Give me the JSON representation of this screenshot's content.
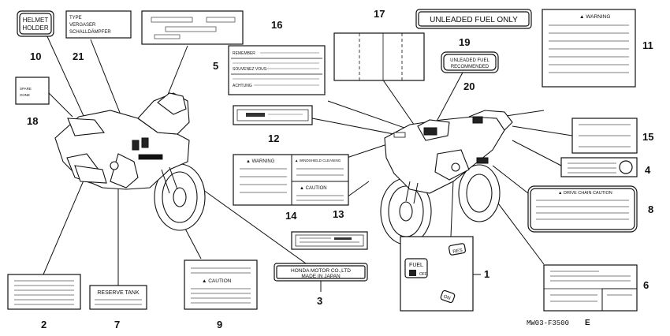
{
  "callouts": {
    "c1": "1",
    "c2": "2",
    "c3": "3",
    "c4": "4",
    "c5": "5",
    "c6": "6",
    "c7": "7",
    "c8": "8",
    "c9": "9",
    "c10": "10",
    "c11": "11",
    "c12": "12",
    "c13": "13",
    "c14": "14",
    "c15": "15",
    "c16": "16",
    "c17": "17",
    "c18": "18",
    "c19": "19",
    "c20": "20",
    "c21": "21"
  },
  "labels": {
    "helmet_holder_line1": "HELMET",
    "helmet_holder_line2": "HOLDER",
    "type_line1": "TYPE",
    "type_line2": "VERGASER",
    "type_line3": "SCHALLDÄMPFER",
    "unleaded_fuel_only": "UNLEADED FUEL ONLY",
    "unleaded_fuel_rec_line1": "UNLEADED FUEL",
    "unleaded_fuel_rec_line2": "RECOMMENDED",
    "warning_11": "▲ WARNING",
    "spare_line1": "SPARE",
    "spare_line2": "OHNE",
    "label16_row1": "REMEMBER",
    "label16_row2": "SOUVENEZ VOUS",
    "label16_row3": "ACHTUNG",
    "warning_14": "▲ WARNING",
    "windshield_14": "▲ WINDSHIELD CLEANING",
    "caution_14": "▲ CAUTION",
    "drive_chain_caution": "▲ DRIVE CHAIN CAUTION",
    "reserve_tank": "RESERVE TANK",
    "caution_9": "▲ CAUTION",
    "honda_line1": "HONDA MOTOR CO.,LTD",
    "honda_line2": "MADE IN JAPAN",
    "fuel_line1": "FUEL",
    "fuel_off": "OFF",
    "fuel_res": "RES",
    "fuel_on": "ON",
    "diagram_code": "MW03-F3500",
    "diagram_code_suffix": "E"
  }
}
